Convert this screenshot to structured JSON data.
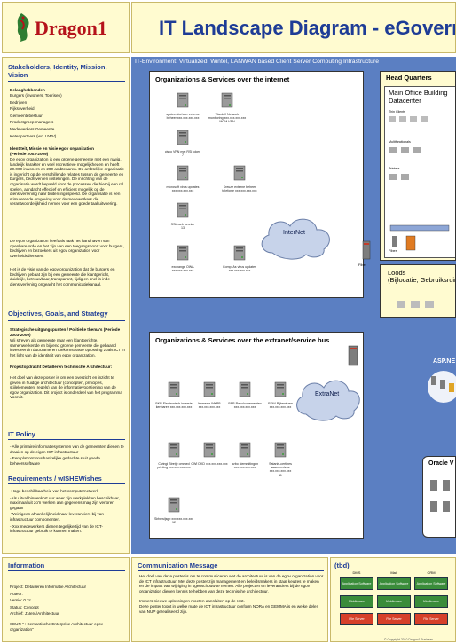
{
  "header": {
    "logo_text": "Dragon1",
    "title": "IT Landscape Diagram - eGovern"
  },
  "left": {
    "stakeholders_title": "Stakeholders, Identity, Mission, Vision",
    "stakeholders_subhead": "Belanghebbenden",
    "stakeholders_lines": [
      "Burgers (inwoners, Toerisen)",
      "Bedrijven",
      "Rijksoverheid",
      "Gemeentebestuur",
      "Productgroep managers",
      "Medewerkers Gemeente",
      "Ketenpartners (wo. UWV)"
    ],
    "identity_head": "Identiteit, Missie en Visie egov organization",
    "identity_sub": "(Periode 2003-2009)",
    "identity_p1": "De egov organization is een groene gemeente met een ruwig, landelijk karakter en veel recreatieve mogelijkheden en heeft 20.000 inwoners en 200 ambtenaren. De ambtelijke organisatie is ingericht op de verschillende relaties tussen de gemeente en burgers, bedrijven en instellingen. De inrichting van de organisatie wordt bepaald door de processen die hierbij een rol spelen, aandacht effectief en efficient mogelijk op de dienstverlening naar buiten ingespeeld. De organisatie is een stimulerende omgeving voor de medewerkers die verantwoordelijkheid nemen voor een goede taakuitvoering.",
    "identity_p2": "De egov organization heeft als taak het handhaven van openbare orde en het zijn van een toegangspoort voor burgers, bedrijven en bezoekers uit egov organization voor overheidsdiensten.",
    "identity_p3": "Het is de visie van de egov organization dat de burgers en bedrijven gebaat zijn bij een gemeente die klantgericht, duidelijk, betrouwbaar, transparant, tijdig en snel is inde dienstverlening ongeacht het communicatiekanaal.",
    "objectives_title": "Objectives, Goals, and Strategy",
    "objectives_head": "Strategische uitgangspunten / Politieke thema's (Periode 2003-2009)",
    "objectives_p": "Wij streven als gemeente naar een klantgerichte, samenwerkende en bijvend groene gemeente die gebaand investeert in duurzame en toekomstvaste oplossing zoals ICT in het licht van de identiteit van egov organization.",
    "project_head": "Projectopdracht Detailleren technische Architectuur:",
    "project_p": "Het doel van deze poster is om een overzicht en inzicht te geven in huidige architectuur (concepten, principes, stijlelementen, regels) van de informatievoorziening van de egov organization. Dit project is onderdeel van het programma Vooruit.",
    "policy_title": "IT Policy",
    "policy_lines": [
      "- Alle primaire informatiesystemen van de gemeenten dienen te draaien op de eigen ICT infrastructuur",
      "- Een platformonafhankelijke gedachte sluit goede beheerssoftware"
    ],
    "req_title": "Requirements / wISHEWishes",
    "req_lines": [
      "-Hoge beschikbaarheid van het computernetwerk",
      "-Als uitval binnenkort uur weer zijn werkplekken beschikbaar, maximaal uit zo'n werken aan gegevens mag zijn verloren gegaan",
      "-Weinigeen afhankelijkheid naar leveranciers bij van infrastructuur componenten.",
      "- Xxx medewerkers dienen tegelijkertijd van de ICT-infrastructuur gebruik te kunnen maken."
    ]
  },
  "center": {
    "it_env": "IT-Environment: Virtualized, Wintel, LANWAN based Client Server Computing Infrastructure",
    "internet_box_title": "Organizations & Services over the internet",
    "internet_cloud": "InterNet",
    "internet_servers": [
      {
        "label": "systeembeheer externe beheer xxx.xxx.xxx.xxx",
        "n": ""
      },
      {
        "label": "Wardefi Network monitoring xxx.xxx.xxx.xxx MOM VPN",
        "n": ""
      },
      {
        "label": "cisco VPN met RSI token",
        "n": "7"
      },
      {
        "label": "microsoft virus updates xxx.xxx.xxx.xxx",
        "n": ""
      },
      {
        "label": "Kreuze externe beheer telefonie xxx.xxx.xxx.xxx",
        "n": ""
      },
      {
        "label": "SSL web service",
        "n": "13"
      },
      {
        "label": "exchange OWA xxx.xxx.xxx.xxx",
        "n": ""
      },
      {
        "label": "Comp. As virus updates xxx.xxx.xxx.xxx",
        "n": ""
      }
    ],
    "fiber_label": "Fiber",
    "extranet_box_title": "Organizations & Services over the extranet/service bus",
    "extranet_cloud": "ExtraNet",
    "extranet_servers": [
      {
        "label": "BKR Electronisch inversie kenbaren xxx.xxx.xxx.xxx",
        "n": ""
      },
      {
        "label": "Kamerer WKPB xxx.xxx.xxx.xxx",
        "n": ""
      },
      {
        "label": "BFR Resolouvementen xxx.xxx.xxx.xxx",
        "n": ""
      },
      {
        "label": "RDW Rijbewijzen xxx.xxx.xxx.xxx",
        "n": ""
      },
      {
        "label": "Civingi Stretje ommed printing xxx.xxx.xxx.xxx",
        "n": ""
      },
      {
        "label": "CWI DKD xxx.xxx.xxx.xxx",
        "n": ""
      },
      {
        "label": "avbo stemmitingen xxx.xxx.xxx.xxx",
        "n": ""
      },
      {
        "label": "Satanis-certines saamenvizos xxx.xxx.xxx.xxx",
        "n": "11"
      },
      {
        "label": "Sirbewijsgb xxx.xxx.xxx.xxx",
        "n": "12"
      }
    ],
    "hq_title": "Head Quarters",
    "main_office": "Main Office Building Datacenter",
    "hq_items": [
      "Thin Clients",
      "Multifunctionals",
      "Printers"
    ],
    "hq_fiber": "Fiber",
    "loods_title": "Loods",
    "loods_sub": "(Bijlocatie, Gebruiksruim",
    "aspnet_label": "ASP.NE",
    "oracle_label": "Oracle V"
  },
  "bottom": {
    "info_title": "Information",
    "info_lines": [
      "Project: Detailleren Informatie Architectuur",
      "Auteur:",
      "Versie: 0.2c",
      "Status: Concept",
      "Archief: J:\\IeIA\\Architectuur"
    ],
    "info_foot": "SEUR \" : Semantische Enterprise Architectuur egov organization\"",
    "comm_title": "Communication Message",
    "comm_p1": "Het doel van deze poster is om te communiceren wat de architectuur is van de egov organization voor de ICT infrastructuur. Met deze poster zijn management en beleidsmakers in staat keuzes te maken en de impact van wijziging in ogenschouw te nemen. Alle projecten en leveranciers bij de egov organization dienen kennis te hebben van deze technische architectuur.",
    "comm_p2": "Immers nieuwe oplossingen moeten aansluiten op de rest.",
    "comm_p3": "Deze poster toont in welke mate de ICT infrastructuur conform NORA en GEMMA is en welke delen van NUP gerealiseerd zijn.",
    "tbd_title": "(tbd)",
    "tbd_cols": [
      "DMS",
      "Mail",
      "CRM"
    ],
    "tbd_rows": [
      "Application Software",
      "Middleware",
      "File Server"
    ],
    "copyright": "© Copyright 2010 Dragon1 Business"
  }
}
